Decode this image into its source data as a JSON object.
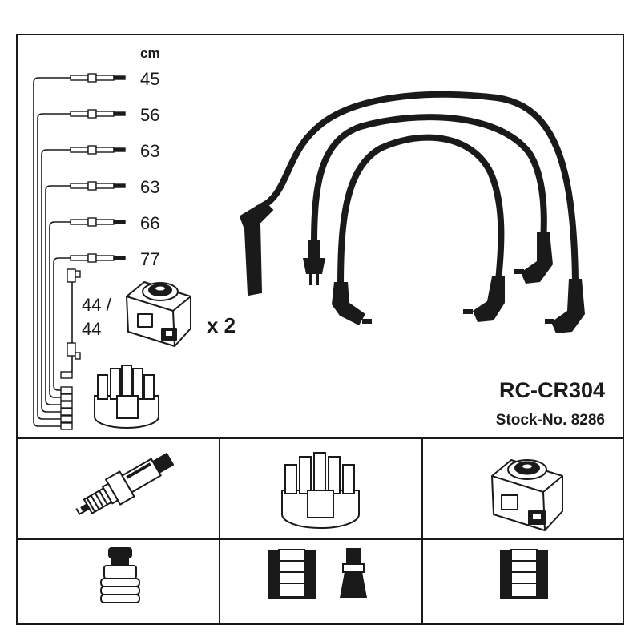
{
  "header": {
    "unit": "cm",
    "lengths": [
      "45",
      "56",
      "63",
      "63",
      "66",
      "77"
    ],
    "coil_lead_top": "44 /",
    "coil_lead_bottom": "44",
    "coil_multiplier": "x 2"
  },
  "product": {
    "model": "RC-CR304",
    "stock_label": "Stock-No. 8286"
  },
  "colors": {
    "line": "#1a1a1a",
    "background": "#ffffff"
  },
  "icons": [
    "spark-plug-icon",
    "distributor-cap-icon",
    "ignition-coil-icon",
    "plug-boot-icon",
    "connector-socket-icon",
    "connector-boot-icon"
  ]
}
